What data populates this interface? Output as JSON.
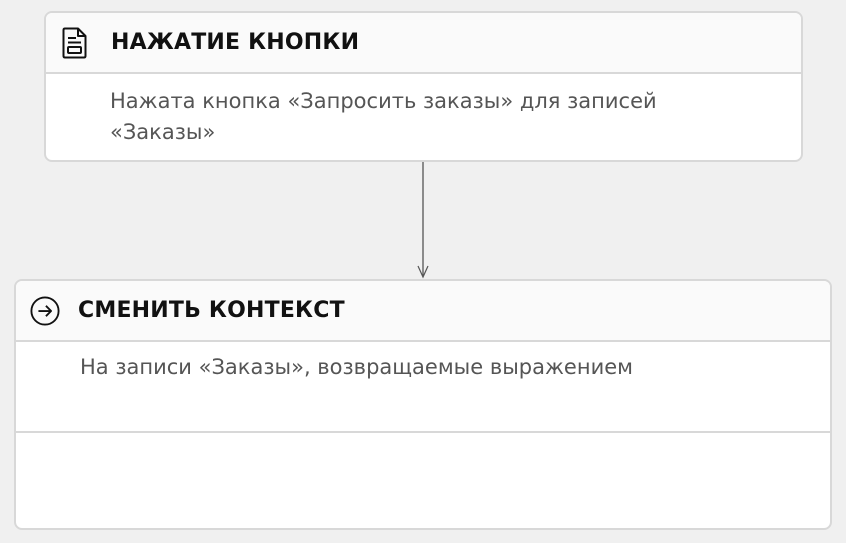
{
  "nodes": {
    "button_press": {
      "icon": "document-icon",
      "title": "НАЖАТИЕ КНОПКИ",
      "description": "Нажата кнопка «Запросить заказы» для записей «Заказы»"
    },
    "change_context": {
      "icon": "arrow-circle-right-icon",
      "title": "СМЕНИТЬ КОНТЕКСТ",
      "description": "На записи «Заказы», возвращаемые выражением",
      "footer": ""
    }
  },
  "connectors": [
    {
      "from": "button_press",
      "to": "change_context"
    }
  ],
  "colors": {
    "background": "#f0f0f0",
    "border": "#d8d8d8",
    "title": "#111111",
    "text": "#555555",
    "connector": "#555555"
  }
}
